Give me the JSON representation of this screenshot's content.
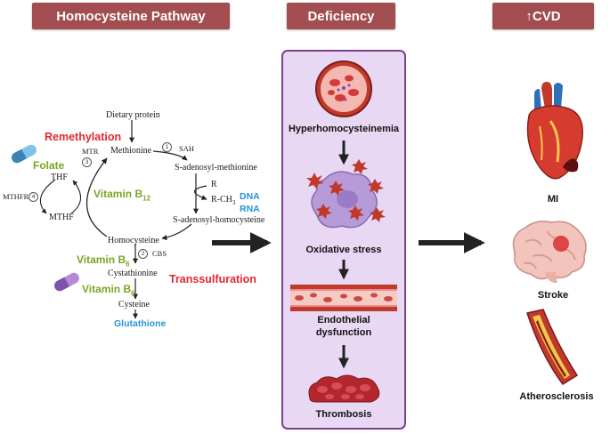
{
  "headers": {
    "pathway": "Homocysteine Pathway",
    "deficiency": "Deficiency",
    "cvd": "↑CVD"
  },
  "pathway": {
    "dietary_protein": "Dietary protein",
    "remethylation": "Remethylation",
    "folate": "Folate",
    "mtr": "MTR",
    "methionine": "Methionine",
    "sah": "SAH",
    "sam": "S-adenosyl-methionine",
    "thf": "THF",
    "mthfr": "MTHFR",
    "mthf": "MTHF",
    "vitamin_b12": "Vitamin B",
    "b12_sub": "12",
    "r": "R",
    "rch3": "R-CH",
    "rch3_sub": "3",
    "dna": "DNA",
    "rna": "RNA",
    "sah_full": "S-adenosyl-homocysteine",
    "homocysteine": "Homocysteine",
    "vitamin_b6_a": "Vitamin B",
    "b6_sub_a": "6",
    "cbs": "CBS",
    "cystathionine": "Cystathionine",
    "vitamin_b6_b": "Vitamin B",
    "b6_sub_b": "6",
    "transsulfuration": "Transsulfuration",
    "cysteine": "Cysteine",
    "glutathione": "Glutathione",
    "steps": [
      "1",
      "2",
      "3",
      "4"
    ]
  },
  "deficiency": {
    "hyperhomocysteinemia": "Hyperhomocysteinemia",
    "oxidative_stress": "Oxidative stress",
    "endothelial_1": "Endothelial",
    "endothelial_2": "dysfunction",
    "thrombosis": "Thrombosis"
  },
  "cvd": {
    "mi": "MI",
    "stroke": "Stroke",
    "atherosclerosis": "Atherosclerosis"
  },
  "colors": {
    "header": "#a24d4f",
    "panel": "#e9d8f3",
    "panel_border": "#7b3f8f",
    "green": "#7aa624",
    "red": "#e3262e",
    "blue": "#2a93d5"
  }
}
